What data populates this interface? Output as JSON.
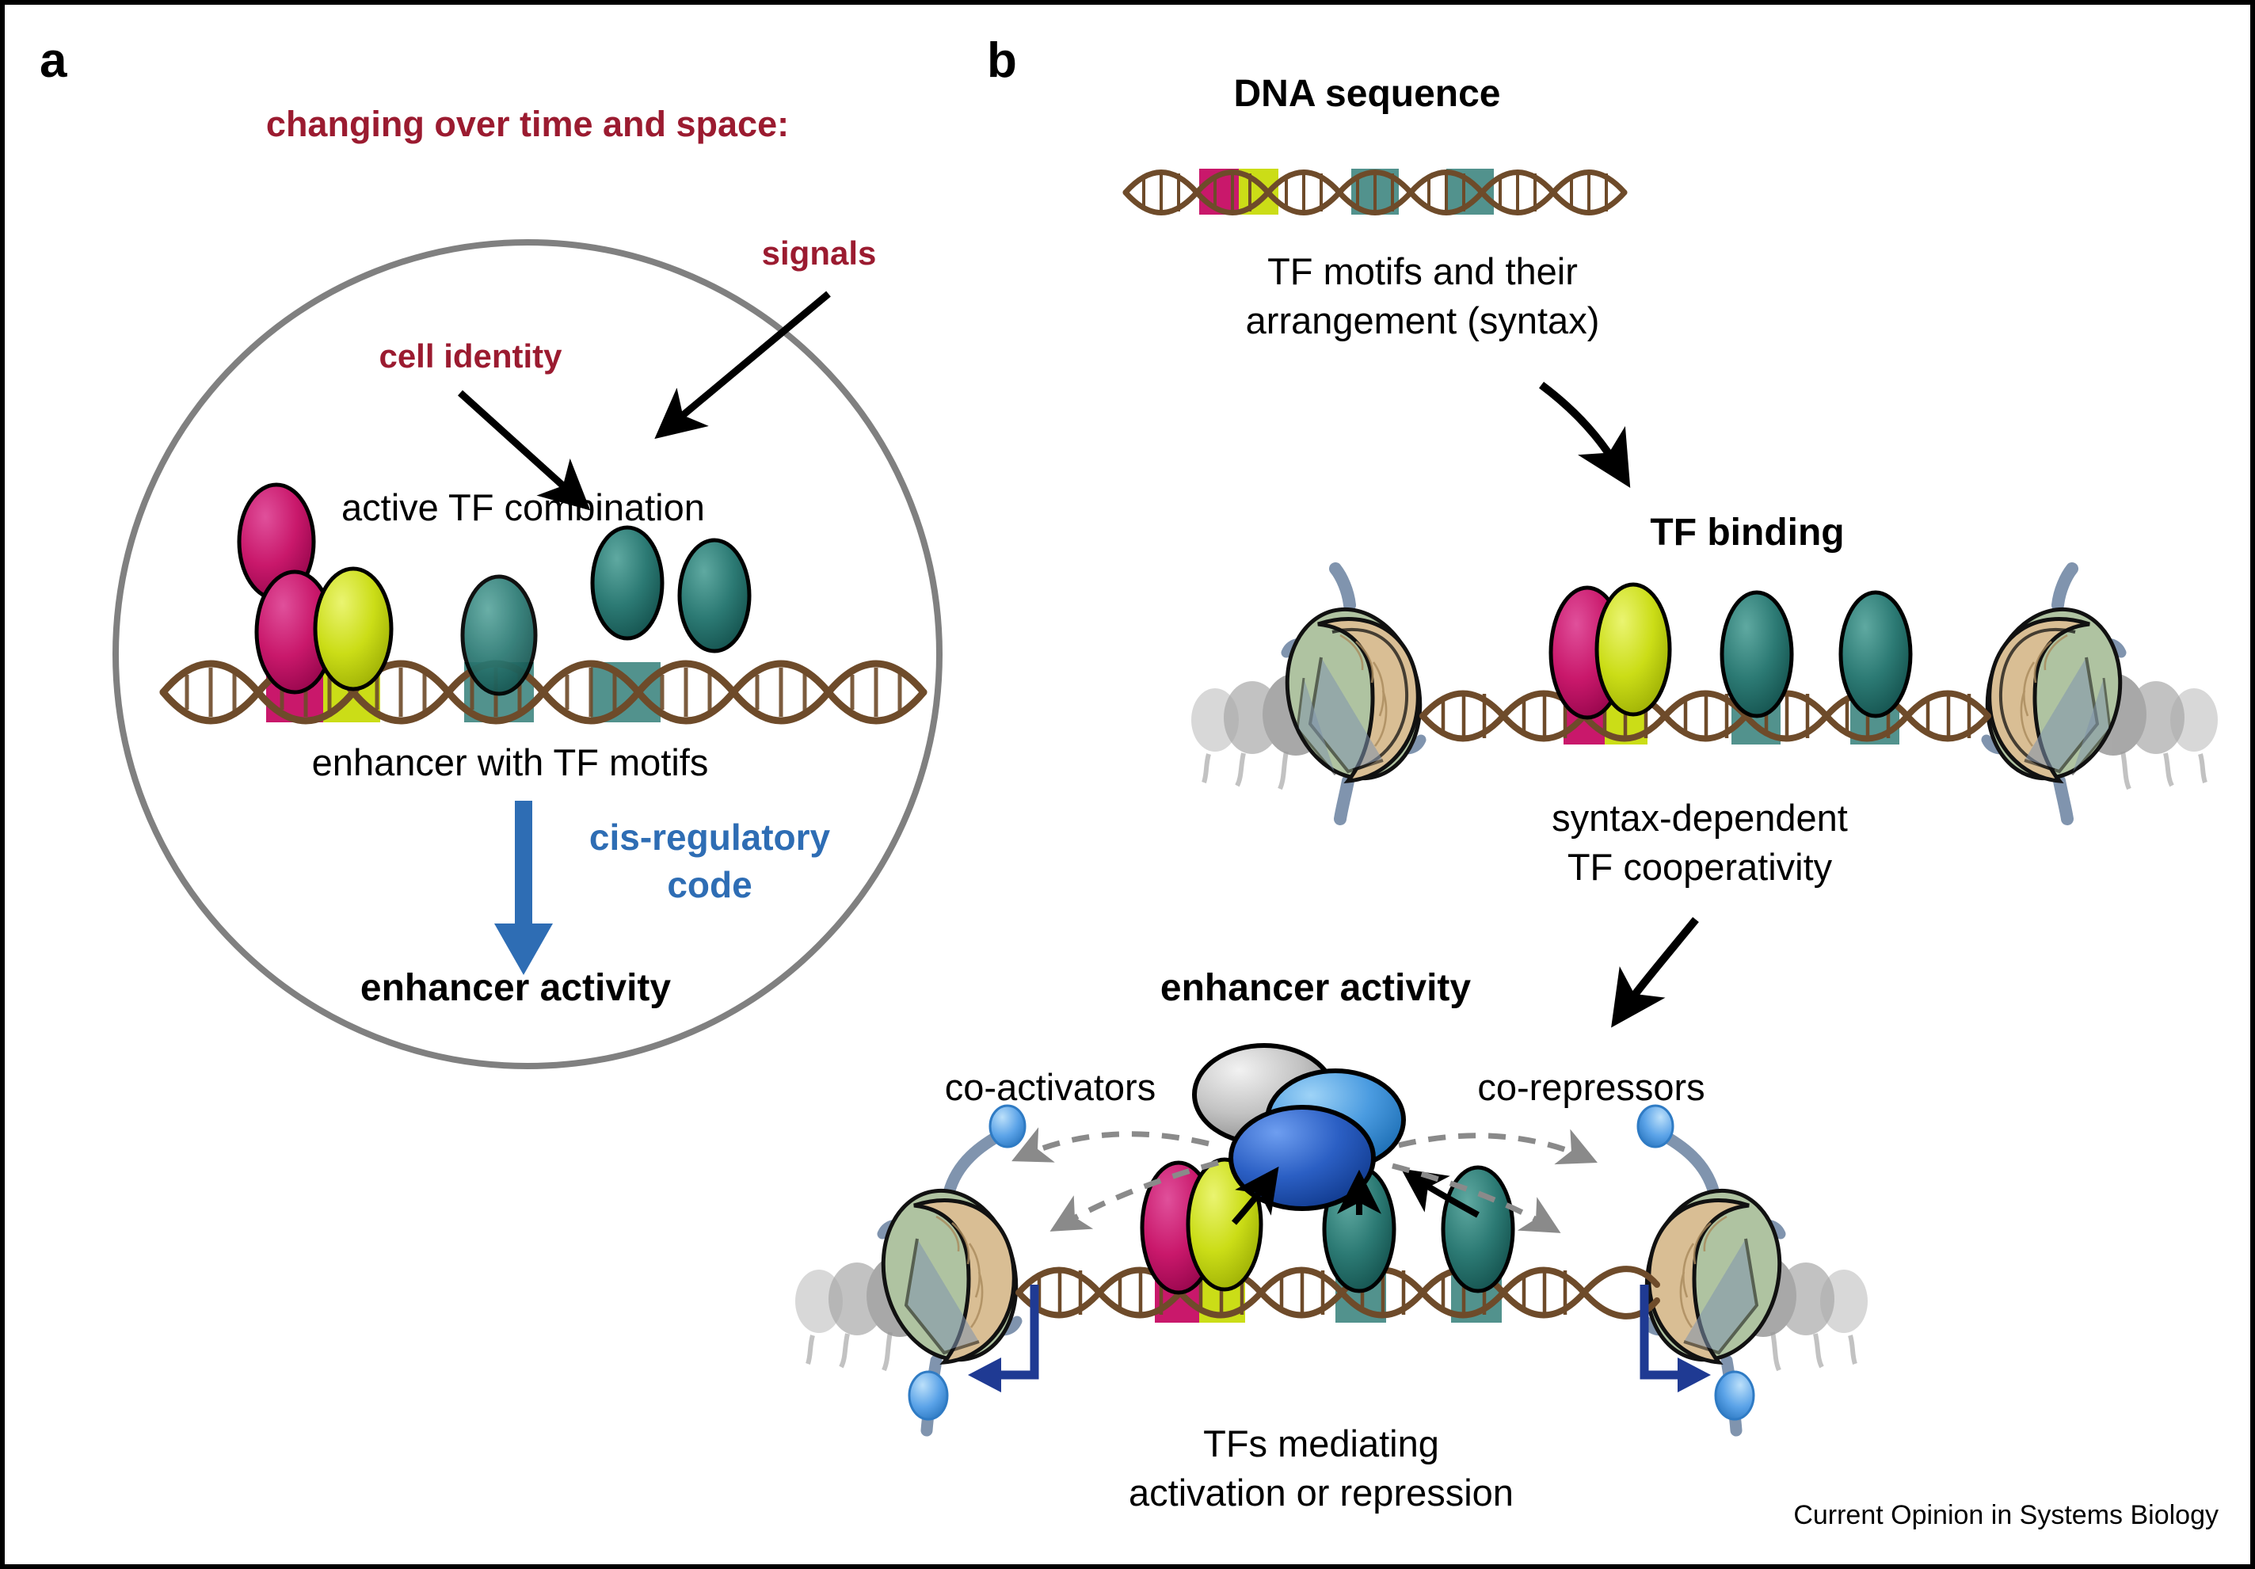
{
  "figure": {
    "footer": "Current Opinion in Systems Biology",
    "border_color": "#000000",
    "background": "#ffffff"
  },
  "palette": {
    "dark_red": "#9B1B30",
    "accent_blue": "#2E6DB4",
    "tf_magenta": "#C9186B",
    "tf_yellow": "#CBDD17",
    "tf_teal": "#2C7A74",
    "dna_brown": "#6E4B2A",
    "cell_outline": "#808080",
    "nucleosome_tan": "#D9BE94",
    "nucleosome_sage": "#AFC3A1",
    "nucleosome_slate": "#8094AE",
    "mediator_grey": "#C8C8C8",
    "mediator_lightblue": "#4A9BE0",
    "mediator_blue": "#2B5FC4",
    "ptm_blue": "#5BA3E8",
    "navy_arrow": "#1F3A93",
    "dashed_grey": "#8A8A8A"
  },
  "panel_a": {
    "letter": "a",
    "heading": "changing over time and space:",
    "signals_label": "signals",
    "cell_identity_label": "cell identity",
    "active_tf_label": "active TF combination",
    "enhancer_motifs_label": "enhancer with TF motifs",
    "code_label_line1": "cis-regulatory",
    "code_label_line2": "code",
    "output_label": "enhancer activity",
    "free_tf": {
      "color": "#C9186B",
      "count": 1
    },
    "bound_tfs": [
      {
        "color": "#C9186B",
        "motif": "#C9186B",
        "bound": true
      },
      {
        "color": "#CBDD17",
        "motif": "#CBDD17",
        "bound": true
      },
      {
        "color": "#2C7A74",
        "motif": "#2C7A74",
        "bound": true
      },
      {
        "color": "#2C7A74",
        "motif": "#2C7A74",
        "bound": true
      }
    ],
    "unbound_tfs": [
      {
        "color": "#2C7A74"
      },
      {
        "color": "#2C7A74"
      }
    ],
    "motif_boxes": 4
  },
  "panel_b": {
    "letter": "b",
    "step1": {
      "title": "DNA sequence",
      "caption_line1": "TF motifs and their",
      "caption_line2": "arrangement (syntax)",
      "motifs": [
        {
          "color": "#C9186B"
        },
        {
          "color": "#CBDD17"
        },
        {
          "color": "#2C7A74"
        },
        {
          "color": "#2C7A74"
        }
      ]
    },
    "step2": {
      "title": "TF binding",
      "caption_line1": "syntax-dependent",
      "caption_line2": "TF cooperativity",
      "nucleosomes": 2,
      "tfs": [
        {
          "color": "#C9186B"
        },
        {
          "color": "#CBDD17"
        },
        {
          "color": "#2C7A74"
        },
        {
          "color": "#2C7A74"
        }
      ]
    },
    "step3": {
      "title": "enhancer activity",
      "left_label": "co-activators",
      "right_label": "co-repressors",
      "caption_line1": "TFs mediating",
      "caption_line2": "activation or repression",
      "mediator_blobs": [
        {
          "color": "#C8C8C8"
        },
        {
          "color": "#4A9BE0"
        },
        {
          "color": "#2B5FC4"
        }
      ],
      "tfs": [
        {
          "color": "#C9186B"
        },
        {
          "color": "#CBDD17"
        },
        {
          "color": "#2C7A74"
        },
        {
          "color": "#2C7A74"
        }
      ]
    }
  }
}
